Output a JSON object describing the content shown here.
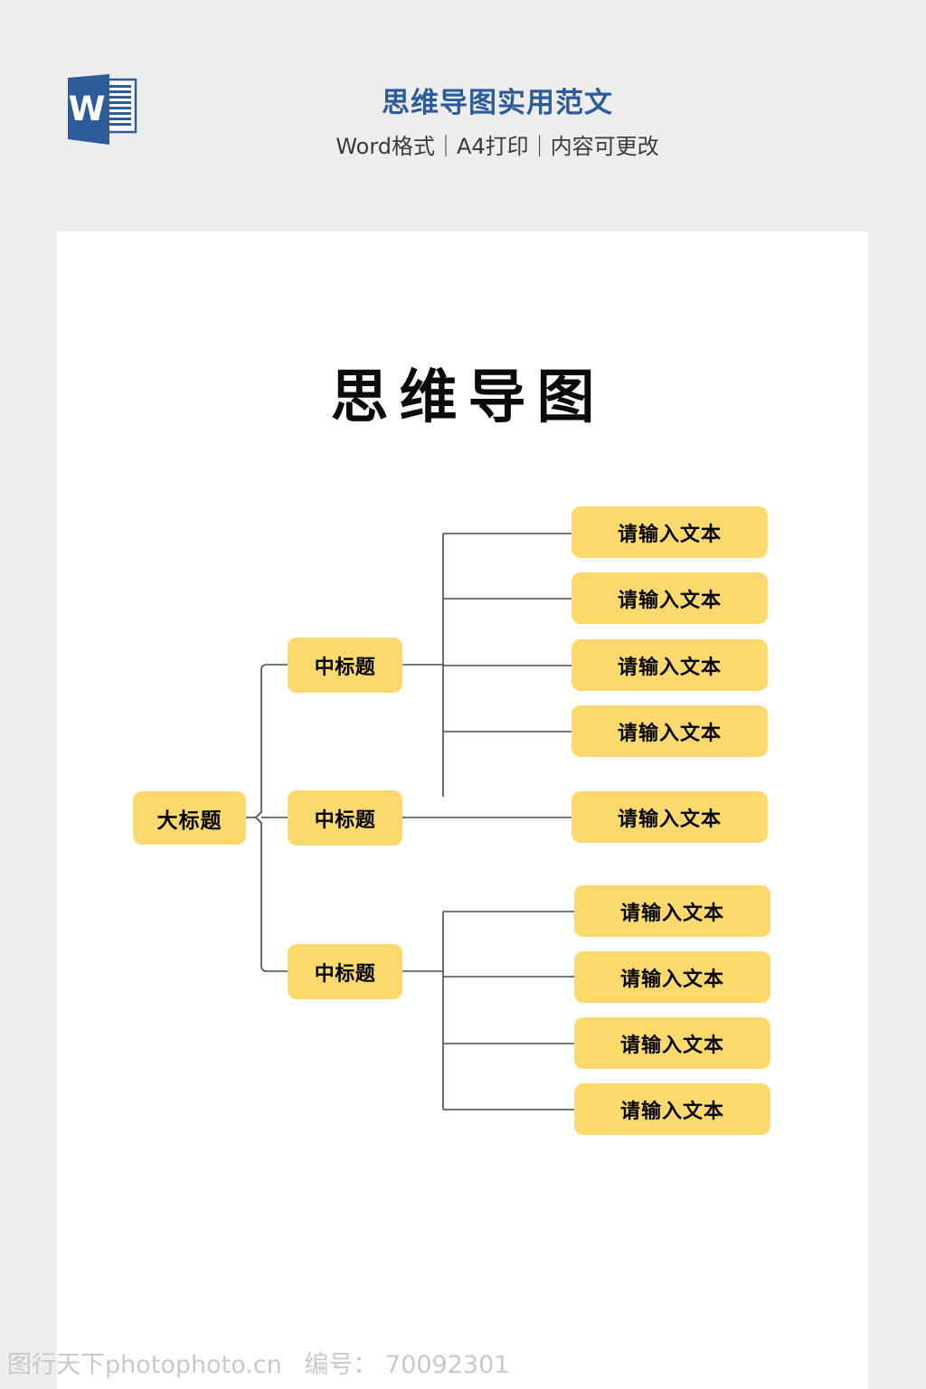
{
  "header": {
    "icon": "word-document-icon",
    "icon_letter": "W",
    "title": "思维导图实用范文",
    "subtitle": "Word格式｜A4打印｜内容可更改"
  },
  "page": {
    "doc_title": "思维导图"
  },
  "mindmap": {
    "root": {
      "label": "大标题"
    },
    "branches": [
      {
        "label": "中标题",
        "leaves": [
          {
            "label": "请输入文本"
          },
          {
            "label": "请输入文本"
          },
          {
            "label": "请输入文本"
          },
          {
            "label": "请输入文本"
          }
        ]
      },
      {
        "label": "中标题",
        "leaves": [
          {
            "label": "请输入文本"
          }
        ]
      },
      {
        "label": "中标题",
        "leaves": [
          {
            "label": "请输入文本"
          },
          {
            "label": "请输入文本"
          },
          {
            "label": "请输入文本"
          },
          {
            "label": "请输入文本"
          }
        ]
      }
    ]
  },
  "footer": {
    "watermark_site": "图行天下photophoto.cn",
    "watermark_id_label": "编号：",
    "watermark_id": "70092301"
  },
  "colors": {
    "node_fill": "#fbd96c",
    "header_title": "#2c5c99",
    "page_background": "#ededed",
    "sheet": "#ffffff",
    "connector": "#4a4a4a",
    "watermark": "#c9c9c9"
  }
}
